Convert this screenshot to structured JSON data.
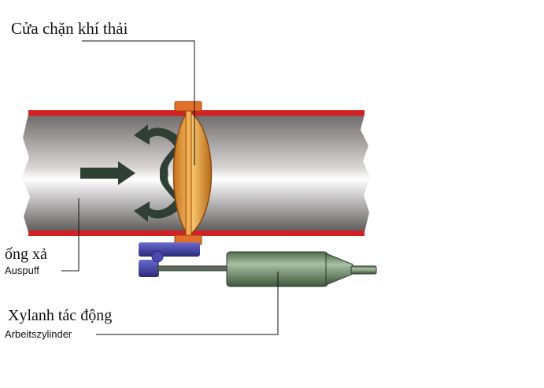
{
  "labels": {
    "valve_vi": "Cửa chặn khí thải",
    "pipe_vi": "ống xả",
    "pipe_de": "Auspuff",
    "cylinder_vi": "Xylanh tác động",
    "cylinder_de": "Arbeitszylinder"
  },
  "colors": {
    "pipe_wall": "#d42020",
    "pipe_body": "#8a8484",
    "flap": "#e79a2e",
    "cylinder": "#6f8a6a",
    "mount": "#3f3f9a",
    "arrows": "#2f3f35",
    "leader": "#111111"
  }
}
